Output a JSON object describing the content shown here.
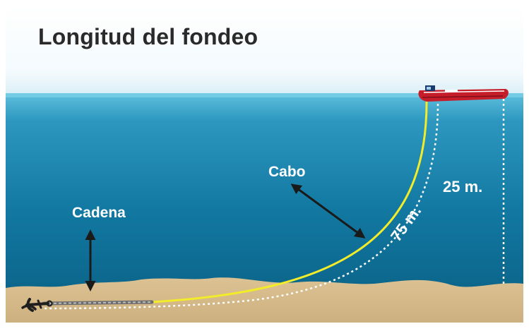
{
  "title": "Longitud del fondeo",
  "labels": {
    "chain": "Cadena",
    "rope": "Cabo",
    "depth": "25 m.",
    "rode_length": "75 m."
  },
  "colors": {
    "sky_top": "#ffffff",
    "water_surface": "#52b8d8",
    "water_deep": "#0b5f83",
    "seabed": "#d4b788",
    "rope": "#f2ec2a",
    "chain": "#6d6d6d",
    "boat_hull": "#c61d2a",
    "arrow": "#1a1a1a"
  },
  "icons": [
    "anchor-icon",
    "boat-icon"
  ]
}
